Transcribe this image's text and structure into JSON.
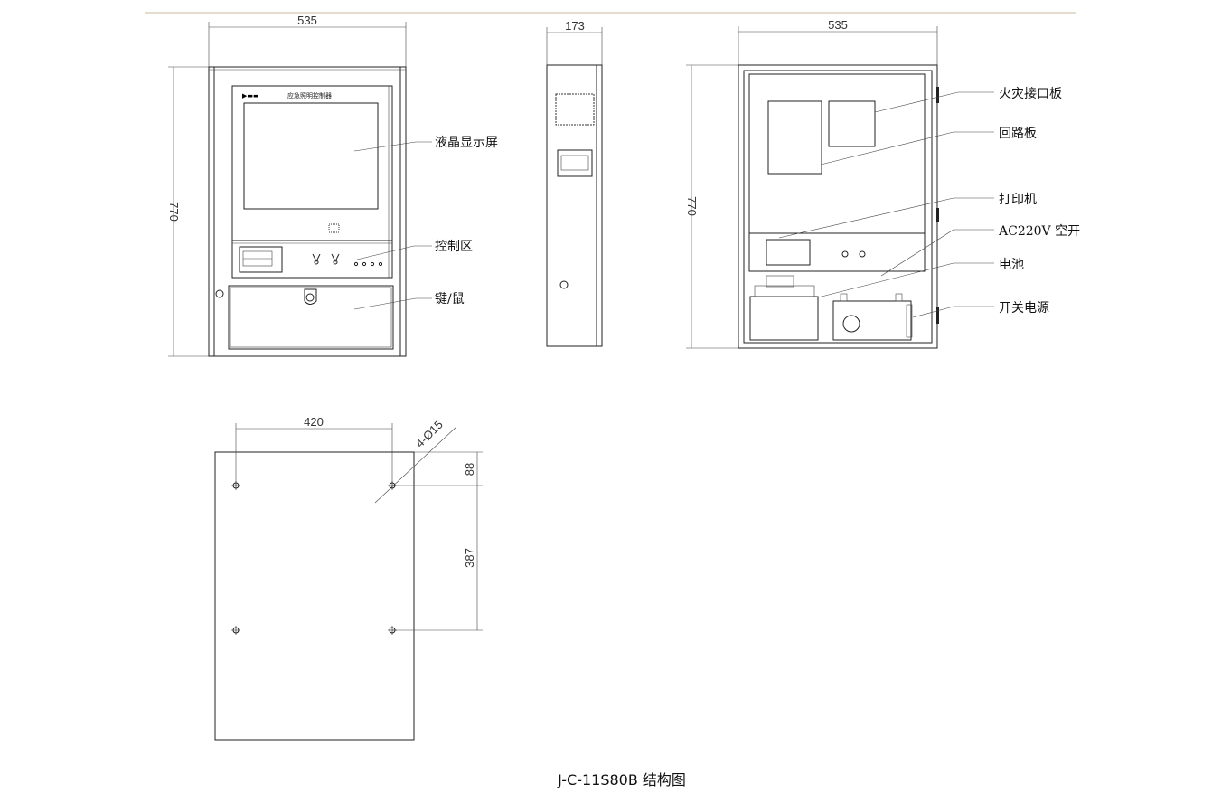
{
  "drawing_title": "J-C-11S80B 结构图",
  "colors": {
    "rule": "#c8b99a",
    "line": "#222222"
  },
  "front_view": {
    "width_dim": "535",
    "height_dim": "770",
    "panel_title": "应急照明控制器",
    "labels": {
      "lcd": "液晶显示屏",
      "control": "控制区",
      "keyboard": "键/鼠"
    }
  },
  "side_view": {
    "depth_dim": "173"
  },
  "back_view": {
    "width_dim": "535",
    "height_dim": "770",
    "labels": {
      "fire_interface": "火灾接口板",
      "loop_board": "回路板",
      "printer": "打印机",
      "breaker": "AC220V 空开",
      "battery": "电池",
      "psu": "开关电源"
    }
  },
  "mount_view": {
    "hole_spacing_dim": "420",
    "top_offset_dim": "88",
    "vertical_spacing_dim": "387",
    "hole_spec": "4-Ø15"
  }
}
